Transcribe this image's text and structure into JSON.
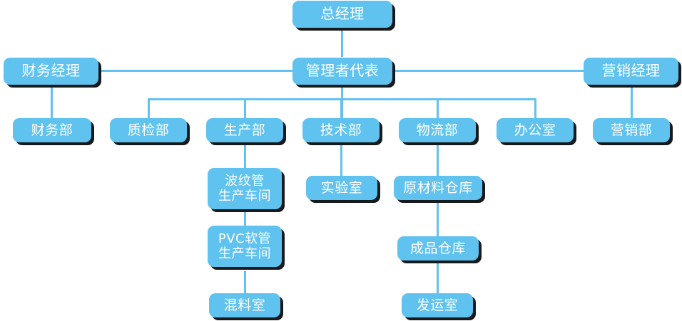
{
  "chart_data": {
    "type": "diagram",
    "title": "组织结构图",
    "diagram_kind": "organizational-chart",
    "orientation": "top-down",
    "colors": {
      "node_fill": "#5FC2EF",
      "node_text": "#FFFFFF",
      "connector": "#62C2EF",
      "shadow": "#171A1C",
      "background": "#FFFFFF"
    },
    "levels": [
      {
        "level": 1,
        "nodes": [
          "总经理"
        ]
      },
      {
        "level": 2,
        "nodes": [
          "财务经理",
          "管理者代表",
          "营销经理"
        ]
      },
      {
        "level": 3,
        "nodes": [
          "财务部",
          "质检部",
          "生产部",
          "技术部",
          "物流部",
          "办公室",
          "营销部"
        ]
      },
      {
        "level": 4,
        "nodes": [
          "波纹管生产车间",
          "实验室",
          "原材料仓库"
        ]
      },
      {
        "level": 5,
        "nodes": [
          "PVC软管生产车间",
          "成品仓库"
        ]
      },
      {
        "level": 6,
        "nodes": [
          "混料室",
          "发运室"
        ]
      }
    ],
    "edges": [
      {
        "from": "总经理",
        "to": "管理者代表"
      },
      {
        "from": "总经理",
        "to": "财务经理"
      },
      {
        "from": "总经理",
        "to": "营销经理"
      },
      {
        "from": "财务经理",
        "to": "财务部"
      },
      {
        "from": "管理者代表",
        "to": "质检部"
      },
      {
        "from": "管理者代表",
        "to": "生产部"
      },
      {
        "from": "管理者代表",
        "to": "技术部"
      },
      {
        "from": "管理者代表",
        "to": "物流部"
      },
      {
        "from": "管理者代表",
        "to": "办公室"
      },
      {
        "from": "营销经理",
        "to": "营销部"
      },
      {
        "from": "生产部",
        "to": "波纹管生产车间"
      },
      {
        "from": "波纹管生产车间",
        "to": "PVC软管生产车间"
      },
      {
        "from": "PVC软管生产车间",
        "to": "混料室"
      },
      {
        "from": "技术部",
        "to": "实验室"
      },
      {
        "from": "物流部",
        "to": "原材料仓库"
      },
      {
        "from": "原材料仓库",
        "to": "成品仓库"
      },
      {
        "from": "成品仓库",
        "to": "发运室"
      }
    ]
  },
  "nodes": {
    "general_manager": "总经理",
    "finance_manager": "财务经理",
    "management_rep": "管理者代表",
    "marketing_manager": "营销经理",
    "finance_dept": "财务部",
    "qc_dept": "质检部",
    "production_dept": "生产部",
    "technology_dept": "技术部",
    "logistics_dept": "物流部",
    "office": "办公室",
    "marketing_dept": "营销部",
    "corrugated_workshop": "波纹管\n生产车间",
    "pvc_hose_workshop": "PVC软管\n生产车间",
    "mixing_room": "混料室",
    "laboratory": "实验室",
    "raw_material_warehouse": "原材料仓库",
    "finished_goods_warehouse": "成品仓库",
    "shipping_room": "发运室"
  }
}
